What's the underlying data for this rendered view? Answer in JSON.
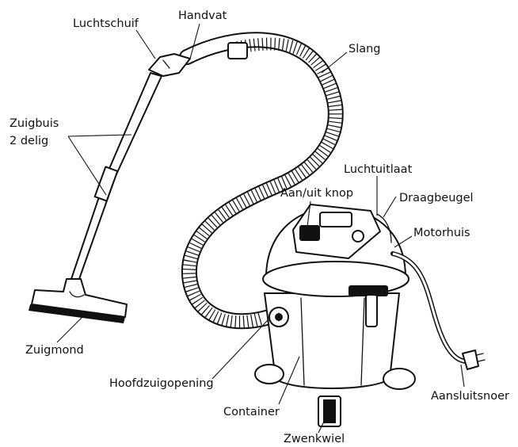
{
  "labels": {
    "luchtschuif": "Luchtschuif",
    "handvat": "Handvat",
    "slang": "Slang",
    "zuigbuis_1": "Zuigbuis",
    "zuigbuis_2": "2 delig",
    "luchtuitlaat": "Luchtuitlaat",
    "aan_uit_knop": "Aan/uit knop",
    "draagbeugel": "Draagbeugel",
    "motorhuis": "Motorhuis",
    "zuigmond": "Zuigmond",
    "hoofdzuigopening": "Hoofdzuigopening",
    "container": "Container",
    "aansluitsnoer": "Aansluitsnoer",
    "zwenkwiel": "Zwenkwiel"
  },
  "colors": {
    "line": "#111111",
    "background": "#ffffff"
  }
}
